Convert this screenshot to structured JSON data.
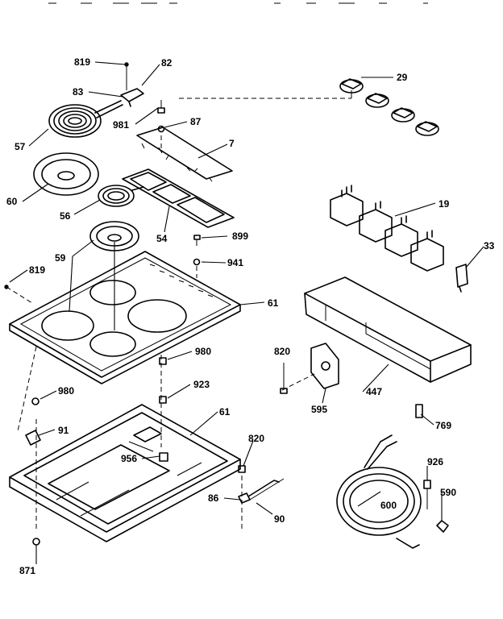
{
  "labels": {
    "p819a": "819",
    "p82": "82",
    "p83": "83",
    "p29": "29",
    "p981": "981",
    "p87": "87",
    "p7": "7",
    "p57": "57",
    "p60": "60",
    "p56": "56",
    "p54": "54",
    "p19": "19",
    "p899": "899",
    "p33": "33",
    "p59": "59",
    "p941": "941",
    "p819b": "819",
    "p61a": "61",
    "p820a": "820",
    "p980a": "980",
    "p980b": "980",
    "p923": "923",
    "p447": "447",
    "p595": "595",
    "p769": "769",
    "p61b": "61",
    "p91": "91",
    "p820b": "820",
    "p956": "956",
    "p926": "926",
    "p590": "590",
    "p86": "86",
    "p600": "600",
    "p90": "90",
    "p871": "871"
  }
}
